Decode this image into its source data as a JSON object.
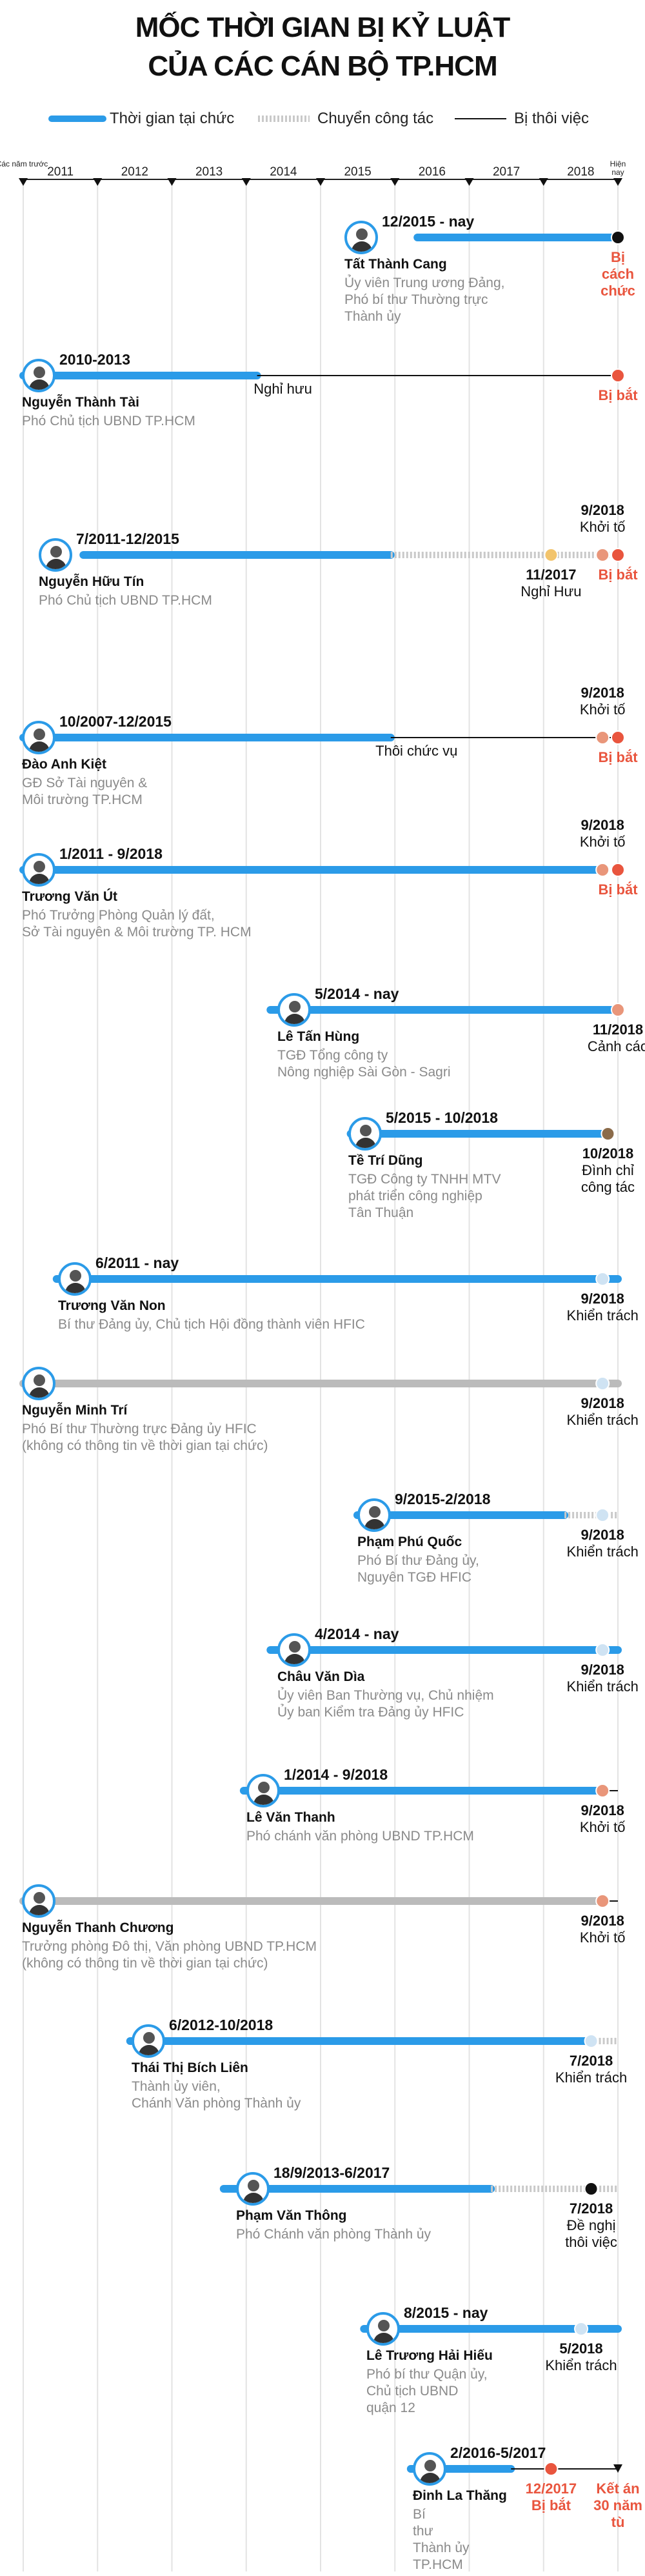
{
  "header": {
    "title_line1": "MỐC THỜI GIAN BỊ KỶ LUẬT",
    "title_line2": "CỦA CÁC CÁN BỘ TP.HCM"
  },
  "legend": {
    "tenure": "Thời gian tại chức",
    "transfer": "Chuyển công tác",
    "dismissed": "Bị thôi việc"
  },
  "colors": {
    "tenure": "#2b9be8",
    "transfer": "#c9c9c9",
    "dismissed": "#111111",
    "arrest": "#e9553e",
    "reprimand": "#cfe3f3",
    "warning": "#e9967a",
    "suspend": "#8b6b4a",
    "retire": "#f2c46d",
    "unknown": "#bbbbbb"
  },
  "chart_data": {
    "type": "timeline",
    "title": "MỐC THỜI GIAN BỊ KỶ LUẬT CỦA CÁC CÁN BỘ TP.HCM",
    "axis": {
      "start_label": "Các năm trước",
      "end_label": "Hiện nay",
      "years": [
        "2011",
        "2012",
        "2013",
        "2014",
        "2015",
        "2016",
        "2017",
        "2018"
      ],
      "start": 2010.0,
      "end": 2018.9
    },
    "series": [
      {
        "name": "Tất Thành Cang",
        "role": [
          "Ủy viên Trung ương Đảng,",
          "Phó bí thư Thường trực",
          "Thành ủy"
        ],
        "period_label": "12/2015 - nay",
        "segments": [
          {
            "kind": "tenure",
            "from": 2015.9,
            "to": 2018.9
          }
        ],
        "events": [
          {
            "at": 2018.9,
            "kind": "dismissed",
            "label": [
              "Bị",
              "cách",
              "chức"
            ],
            "style": "red"
          }
        ]
      },
      {
        "name": "Nguyễn Thành Tài",
        "role": [
          "Phó Chủ tịch UBND TP.HCM"
        ],
        "period_label": "2010-2013",
        "segments": [
          {
            "kind": "tenure",
            "from": 2010.0,
            "to": 2013.5
          },
          {
            "kind": "dismissed",
            "from": 2013.5,
            "to": 2018.9
          }
        ],
        "notes": [
          {
            "at": 2013.5,
            "label": "Nghỉ hưu"
          }
        ],
        "events": [
          {
            "at": 2018.9,
            "kind": "arrest",
            "label": [
              "Bị bắt"
            ],
            "style": "red"
          }
        ]
      },
      {
        "name": "Nguyễn Hữu Tín",
        "role": [
          "Phó Chủ tịch UBND TP.HCM"
        ],
        "period_label": "7/2011-12/2015",
        "segments": [
          {
            "kind": "tenure",
            "from": 2010.9,
            "to": 2015.5
          },
          {
            "kind": "transfer",
            "from": 2015.5,
            "to": 2018.9
          }
        ],
        "events": [
          {
            "at": 2017.9,
            "kind": "retire",
            "label": [
              "11/2017",
              "Nghỉ Hưu"
            ],
            "style": "below"
          },
          {
            "at": 2018.67,
            "kind": "warning",
            "label": [
              "9/2018",
              "Khởi tố"
            ],
            "style": "above"
          },
          {
            "at": 2018.9,
            "kind": "arrest",
            "label": [
              "Bị bắt"
            ],
            "style": "red"
          }
        ]
      },
      {
        "name": "Đào Anh Kiệt",
        "role": [
          "GĐ Sở Tài nguyên &",
          "Môi trường TP.HCM"
        ],
        "period_label": "10/2007-12/2015",
        "segments": [
          {
            "kind": "tenure",
            "from": 2010.0,
            "to": 2015.5
          },
          {
            "kind": "dismissed",
            "from": 2015.5,
            "to": 2018.9
          }
        ],
        "notes": [
          {
            "at": 2015.5,
            "label": "Thôi chức vụ"
          }
        ],
        "events": [
          {
            "at": 2018.67,
            "kind": "warning",
            "label": [
              "9/2018",
              "Khởi tố"
            ],
            "style": "above"
          },
          {
            "at": 2018.9,
            "kind": "arrest",
            "label": [
              "Bị bắt"
            ],
            "style": "red"
          }
        ]
      },
      {
        "name": "Trương Văn Út",
        "role": [
          "Phó Trưởng Phòng Quản lý đất,",
          "Sở Tài nguyên & Môi trường TP. HCM"
        ],
        "period_label": "1/2011 - 9/2018",
        "segments": [
          {
            "kind": "tenure",
            "from": 2010.0,
            "to": 2018.67
          }
        ],
        "events": [
          {
            "at": 2018.67,
            "kind": "warning",
            "label": [
              "9/2018",
              "Khởi tố"
            ],
            "style": "above"
          },
          {
            "at": 2018.9,
            "kind": "arrest",
            "label": [
              "Bị bắt"
            ],
            "style": "red"
          }
        ]
      },
      {
        "name": "Lê Tấn Hùng",
        "role": [
          "TGĐ Tổng công ty",
          "Nông nghiệp Sài Gòn - Sagri"
        ],
        "period_label": "5/2014 - nay",
        "segments": [
          {
            "kind": "tenure",
            "from": 2013.7,
            "to": 2018.9
          }
        ],
        "events": [
          {
            "at": 2018.9,
            "kind": "warning",
            "label": [
              "11/2018",
              "Cảnh cáo"
            ],
            "style": "below"
          }
        ]
      },
      {
        "name": "Tề Trí Dũng",
        "role": [
          "TGĐ Công ty TNHH MTV",
          "phát triển công nghiệp",
          "Tân Thuận"
        ],
        "period_label": "5/2015 - 10/2018",
        "segments": [
          {
            "kind": "tenure",
            "from": 2014.9,
            "to": 2018.75
          }
        ],
        "events": [
          {
            "at": 2018.75,
            "kind": "suspend",
            "label": [
              "10/2018",
              "Đình chỉ",
              "công tác"
            ],
            "style": "below"
          }
        ]
      },
      {
        "name": "Trương Văn Non",
        "role": [
          "Bí thư Đảng ủy, Chủ tịch Hội đồng thành viên HFIC"
        ],
        "period_label": "6/2011 - nay",
        "segments": [
          {
            "kind": "tenure",
            "from": 2010.5,
            "to": 2018.9
          }
        ],
        "events": [
          {
            "at": 2018.67,
            "kind": "reprimand",
            "label": [
              "9/2018",
              "Khiển trách"
            ],
            "style": "below"
          }
        ]
      },
      {
        "name": "Nguyễn Minh Trí",
        "role": [
          "Phó Bí thư Thường trực Đảng ủy HFIC",
          "(không có thông tin về thời gian tại chức)"
        ],
        "period_label": "",
        "segments": [
          {
            "kind": "unknown",
            "from": 2010.0,
            "to": 2018.9
          }
        ],
        "events": [
          {
            "at": 2018.67,
            "kind": "reprimand",
            "label": [
              "9/2018",
              "Khiển trách"
            ],
            "style": "below"
          }
        ]
      },
      {
        "name": "Phạm Phú Quốc",
        "role": [
          "Phó Bí thư Đảng ủy,",
          "Nguyên TGĐ HFIC"
        ],
        "period_label": "9/2015-2/2018",
        "segments": [
          {
            "kind": "tenure",
            "from": 2015.0,
            "to": 2018.1
          },
          {
            "kind": "transfer",
            "from": 2018.1,
            "to": 2018.9
          }
        ],
        "events": [
          {
            "at": 2018.67,
            "kind": "reprimand",
            "label": [
              "9/2018",
              "Khiển trách"
            ],
            "style": "below"
          }
        ]
      },
      {
        "name": "Châu Văn Dìa",
        "role": [
          "Ủy viên Ban Thường vụ, Chủ nhiệm",
          "Ủy ban Kiểm tra Đảng ủy HFIC"
        ],
        "period_label": "4/2014 - nay",
        "segments": [
          {
            "kind": "tenure",
            "from": 2013.7,
            "to": 2018.9
          }
        ],
        "events": [
          {
            "at": 2018.67,
            "kind": "reprimand",
            "label": [
              "9/2018",
              "Khiển trách"
            ],
            "style": "below"
          }
        ]
      },
      {
        "name": "Lê Văn Thanh",
        "role": [
          "Phó chánh văn phòng UBND TP.HCM"
        ],
        "period_label": "1/2014 - 9/2018",
        "segments": [
          {
            "kind": "tenure",
            "from": 2013.3,
            "to": 2018.67
          },
          {
            "kind": "dismissed",
            "from": 2018.67,
            "to": 2018.9
          }
        ],
        "events": [
          {
            "at": 2018.67,
            "kind": "warning",
            "label": [
              "9/2018",
              "Khởi tố"
            ],
            "style": "below"
          }
        ]
      },
      {
        "name": "Nguyễn Thanh Chương",
        "role": [
          "Trưởng phòng Đô thị, Văn phòng UBND TP.HCM",
          "(không có thông tin về thời gian tại chức)"
        ],
        "period_label": "",
        "segments": [
          {
            "kind": "unknown",
            "from": 2010.0,
            "to": 2018.67
          },
          {
            "kind": "dismissed",
            "from": 2018.67,
            "to": 2018.9
          }
        ],
        "events": [
          {
            "at": 2018.67,
            "kind": "warning",
            "label": [
              "9/2018",
              "Khởi tố"
            ],
            "style": "below"
          }
        ]
      },
      {
        "name": "Thái Thị Bích Liên",
        "role": [
          "Thành ủy viên,",
          "Chánh Văn phòng Thành ủy"
        ],
        "period_label": "6/2012-10/2018",
        "segments": [
          {
            "kind": "tenure",
            "from": 2011.6,
            "to": 2018.5
          },
          {
            "kind": "transfer",
            "from": 2018.5,
            "to": 2018.9
          }
        ],
        "events": [
          {
            "at": 2018.5,
            "kind": "reprimand",
            "label": [
              "7/2018",
              "Khiển trách"
            ],
            "style": "below"
          }
        ]
      },
      {
        "name": "Phạm Văn Thông",
        "role": [
          "Phó Chánh văn phòng Thành ủy"
        ],
        "period_label": "18/9/2013-6/2017",
        "segments": [
          {
            "kind": "tenure",
            "from": 2013.0,
            "to": 2017.0
          },
          {
            "kind": "transfer",
            "from": 2017.0,
            "to": 2018.9
          }
        ],
        "events": [
          {
            "at": 2018.5,
            "kind": "dismissed",
            "label": [
              "7/2018",
              "Đề nghị",
              "thôi việc"
            ],
            "style": "below"
          }
        ]
      },
      {
        "name": "Lê Trương Hải Hiếu",
        "role": [
          "Phó bí thư Quận ủy,",
          "Chủ tịch UBND",
          "quận 12"
        ],
        "period_label": "8/2015 - nay",
        "segments": [
          {
            "kind": "tenure",
            "from": 2015.1,
            "to": 2018.9
          }
        ],
        "events": [
          {
            "at": 2018.35,
            "kind": "reprimand",
            "label": [
              "5/2018",
              "Khiển trách"
            ],
            "style": "below"
          }
        ]
      },
      {
        "name": "Đinh La Thăng",
        "role": [
          "Bí",
          "thư",
          "Thành ủy",
          "TP.HCM"
        ],
        "period_label": "2/2016-5/2017",
        "segments": [
          {
            "kind": "tenure",
            "from": 2015.8,
            "to": 2017.3
          },
          {
            "kind": "dismissed",
            "from": 2017.3,
            "to": 2018.9
          }
        ],
        "events": [
          {
            "at": 2017.9,
            "kind": "arrest",
            "label": [
              "12/2017",
              "Bị bắt"
            ],
            "style": "redbelow"
          },
          {
            "at": 2018.9,
            "kind": "dismissed-end",
            "label": [
              "Kết án",
              "30 năm",
              "tù"
            ],
            "style": "redbelow"
          }
        ]
      }
    ]
  }
}
